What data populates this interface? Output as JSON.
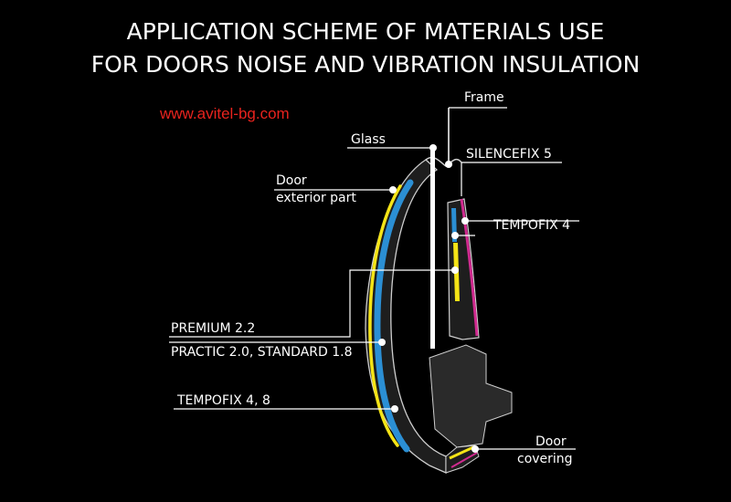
{
  "title": {
    "line1": "APPLICATION SCHEME OF MATERIALS USE",
    "line2": "FOR DOORS NOISE AND VIBRATION INSULATION"
  },
  "website": "www.avitel-bg.com",
  "labels": {
    "frame": "Frame",
    "glass": "Glass",
    "silencefix": "SILENCEFIX 5",
    "door_exterior_line1": "Door",
    "door_exterior_line2": "exterior part",
    "tempofix4": "TEMPOFIX 4",
    "premium": "PREMIUM 2.2",
    "practic": "PRACTIC 2.0, STANDARD 1.8",
    "tempofix48": "TEMPOFIX 4, 8",
    "door_covering_line1": "Door",
    "door_covering_line2": "covering"
  },
  "colors": {
    "background": "#000000",
    "text": "#ffffff",
    "website": "#e8231e",
    "tempofix_layer": "#2b8fd4",
    "premium_layer": "#f5e416",
    "silencefix_layer": "#d02a8f",
    "door_body": "#1e1e1e",
    "outline": "#cfcfcf"
  }
}
